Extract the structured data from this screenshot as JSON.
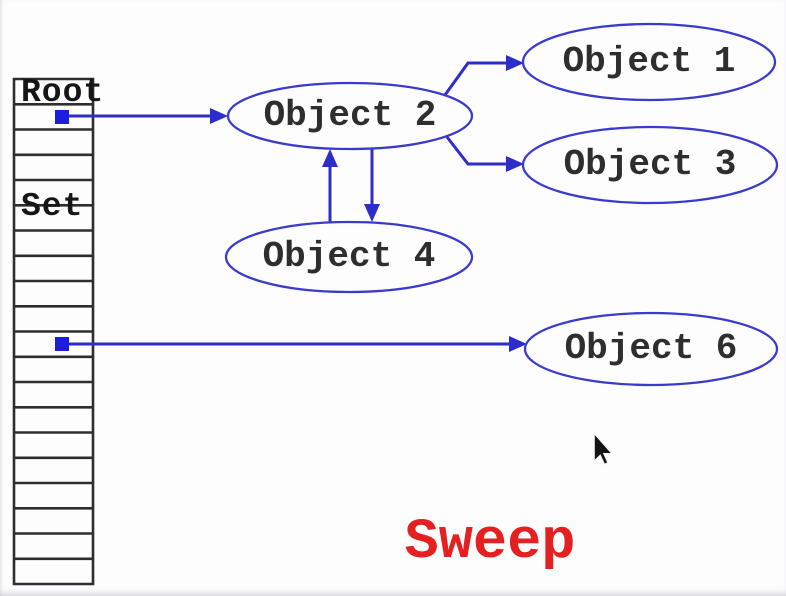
{
  "diagram_type": "mark-and-sweep garbage collection",
  "root_set": {
    "title_line1": "Root",
    "title_line2": "Set",
    "slot_count": 20,
    "pointer_slot_rows": [
      2,
      11
    ]
  },
  "nodes": [
    {
      "id": "object-1",
      "label": "Object 1"
    },
    {
      "id": "object-2",
      "label": "Object 2"
    },
    {
      "id": "object-3",
      "label": "Object 3"
    },
    {
      "id": "object-4",
      "label": "Object 4"
    },
    {
      "id": "object-6",
      "label": "Object 6"
    }
  ],
  "edges": [
    {
      "from": "root-slot-2",
      "to": "object-2"
    },
    {
      "from": "object-2",
      "to": "object-1"
    },
    {
      "from": "object-2",
      "to": "object-3"
    },
    {
      "from": "object-2",
      "to": "object-4"
    },
    {
      "from": "object-4",
      "to": "object-2"
    },
    {
      "from": "root-slot-11",
      "to": "object-6"
    }
  ],
  "phase": {
    "label": "Sweep",
    "color": "#e42020"
  },
  "colors": {
    "node_stroke": "#3a3ace",
    "arrow": "#2d2dcb",
    "pointer_square": "#1d1de0",
    "table_border": "#2e2e2e",
    "node_text": "#2e2e2e",
    "root_text": "#161616"
  }
}
